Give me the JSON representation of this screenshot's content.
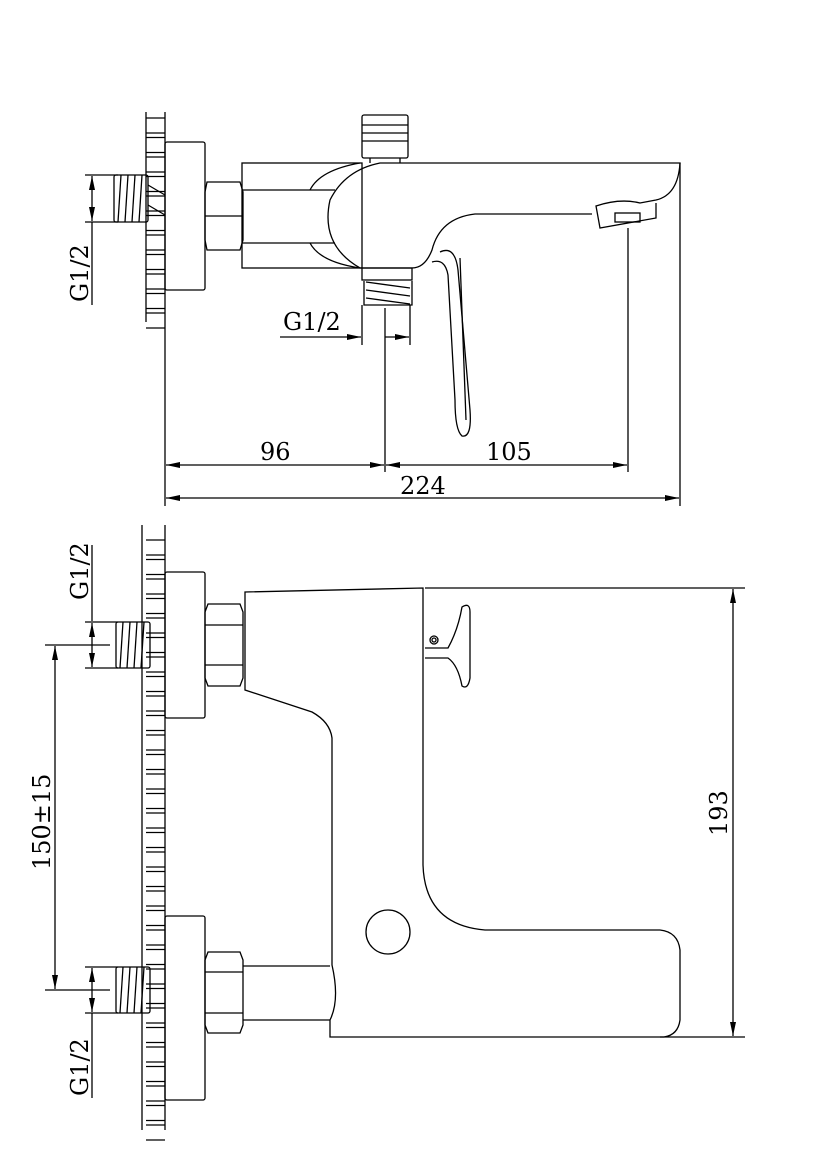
{
  "drawing": {
    "top_view": {
      "wall_thread_label": "G1/2",
      "outlet_thread_label": "G1/2",
      "dim_wall_to_outlet": "96",
      "dim_outlet_to_spout": "105",
      "dim_overall_length": "224"
    },
    "front_view": {
      "upper_thread_label": "G1/2",
      "lower_thread_label": "G1/2",
      "dim_inlet_spacing": "150±15",
      "dim_overall_height": "193"
    },
    "line_color": "#000000",
    "background": "#ffffff"
  }
}
